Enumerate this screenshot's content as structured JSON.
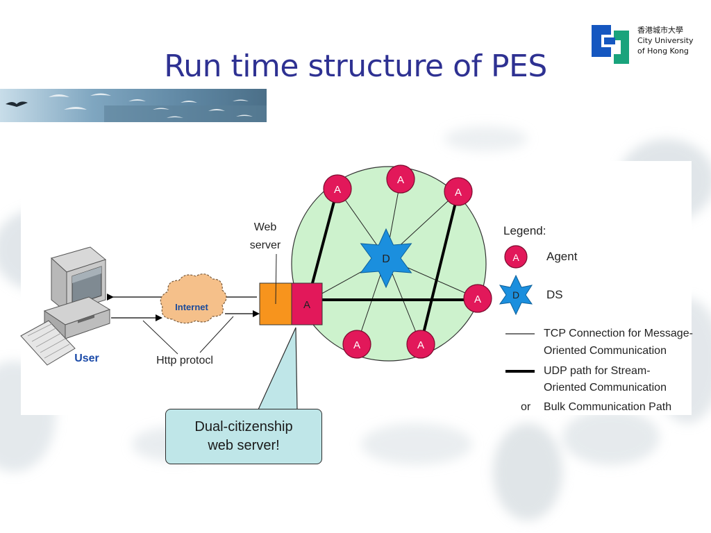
{
  "slide": {
    "title": "Run time structure of PES"
  },
  "logo": {
    "chinese_name": "香港城市大學",
    "english_line1": "City University",
    "english_line2": "of Hong Kong"
  },
  "diagram": {
    "user_label": "User",
    "internet_label": "Internet",
    "http_label": "Http protocl",
    "web_server_line1": "Web",
    "web_server_line2": "server",
    "agent_symbol": "A",
    "ds_symbol": "D"
  },
  "legend": {
    "title": "Legend:",
    "agent_label": "Agent",
    "ds_label": "DS",
    "tcp_line1": "TCP Connection for Message-",
    "tcp_line2": "Oriented Communication",
    "udp_line1": "UDP path for Stream-",
    "udp_line2": "Oriented Communication",
    "or_label": "or",
    "bulk_label": "Bulk Communication Path"
  },
  "callout": {
    "line1": "Dual-citizenship",
    "line2": "web server!"
  },
  "colors": {
    "title": "#2e3192",
    "agent_fill": "#e2185a",
    "ds_fill": "#1b8fde",
    "circle_fill": "#cdf2cd",
    "web_server_fill": "#f7941d",
    "callout_fill": "#bfe6e8"
  }
}
